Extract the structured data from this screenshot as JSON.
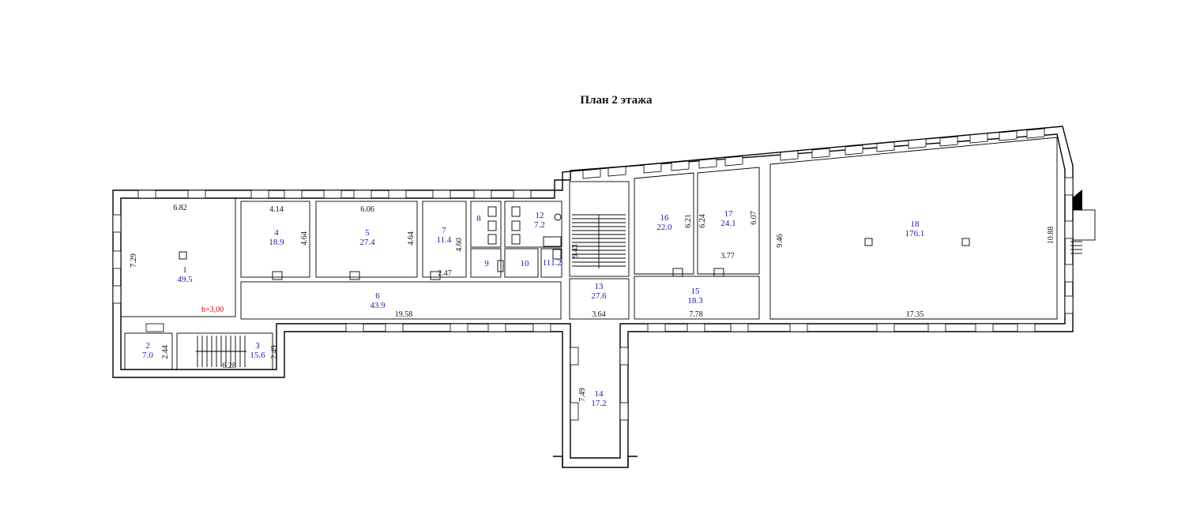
{
  "title": "План 2 этажа",
  "height_mark": "h=3,00",
  "rooms": [
    {
      "id": "1",
      "num": "1",
      "area": "49.5"
    },
    {
      "id": "2",
      "num": "2",
      "area": "7.0"
    },
    {
      "id": "3",
      "num": "3",
      "area": "15.6"
    },
    {
      "id": "4",
      "num": "4",
      "area": "18.9"
    },
    {
      "id": "5",
      "num": "5",
      "area": "27.4"
    },
    {
      "id": "6",
      "num": "6",
      "area": "43.9"
    },
    {
      "id": "7",
      "num": "7",
      "area": "11.4"
    },
    {
      "id": "8",
      "num": "8",
      "area": ""
    },
    {
      "id": "9",
      "num": "9",
      "area": ""
    },
    {
      "id": "10",
      "num": "10",
      "area": ""
    },
    {
      "id": "11",
      "num": "11",
      "area": "1.2"
    },
    {
      "id": "12",
      "num": "12",
      "area": "7.2"
    },
    {
      "id": "13",
      "num": "13",
      "area": "27.6"
    },
    {
      "id": "14",
      "num": "14",
      "area": "17.2"
    },
    {
      "id": "15",
      "num": "15",
      "area": "18.3"
    },
    {
      "id": "16",
      "num": "16",
      "area": "22.0"
    },
    {
      "id": "17",
      "num": "17",
      "area": "24.1"
    },
    {
      "id": "18",
      "num": "18",
      "area": "176.1"
    }
  ],
  "dimensions": {
    "d682": "6.82",
    "d729": "7.29",
    "d414": "4.14",
    "d464a": "4.64",
    "d606": "6.06",
    "d464b": "4.64",
    "d460": "4.60",
    "d247": "2.47",
    "d943": "9.43",
    "d621": "6.21",
    "d624": "6.24",
    "d607": "6.07",
    "d377": "3.77",
    "d946": "9.46",
    "d1088": "10.88",
    "d1958": "19.58",
    "d364": "3.64",
    "d778": "7.78",
    "d1735": "17.35",
    "d244": "2.44",
    "d249": "2.49",
    "d628": "6.28",
    "d749": "7.49"
  }
}
